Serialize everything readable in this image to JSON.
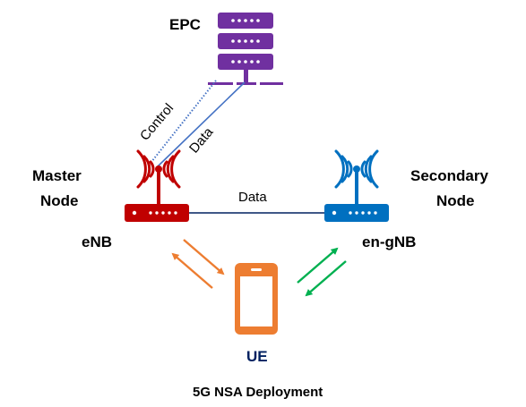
{
  "title": "5G NSA Deployment",
  "nodes": {
    "epc": {
      "label": "EPC",
      "color": "#7030A0"
    },
    "master": {
      "role_line1": "Master",
      "role_line2": "Node",
      "label": "eNB",
      "color": "#C00000"
    },
    "secondary": {
      "role_line1": "Secondary",
      "role_line2": "Node",
      "label": "en-gNB",
      "color": "#0070C0"
    },
    "ue": {
      "label": "UE",
      "color": "#ED7D31",
      "label_color": "#002060"
    }
  },
  "links": {
    "epc_control": {
      "label": "Control",
      "color": "#4472C4",
      "style": "dotted"
    },
    "epc_data": {
      "label": "Data",
      "color": "#4472C4",
      "style": "solid"
    },
    "enb_gnb_data": {
      "label": "Data",
      "color": "#002060",
      "style": "solid"
    },
    "ue_enb_arrows_color": "#ED7D31",
    "ue_gnb_arrows_color": "#00B050"
  }
}
